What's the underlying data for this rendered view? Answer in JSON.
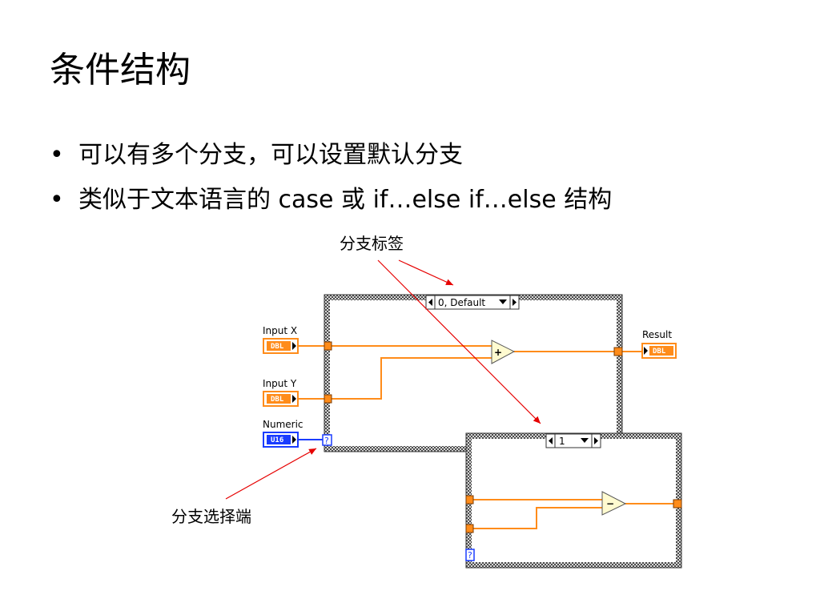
{
  "slide": {
    "title": "条件结构",
    "bullets": [
      "可以有多个分支，可以设置默认分支",
      "类似于文本语言的 case 或  if…else if…else 结构"
    ]
  },
  "callouts": {
    "case_label": "分支标签",
    "case_selector": "分支选择端"
  },
  "diagram": {
    "case1_label": "0, Default",
    "case2_label": "1",
    "controls": {
      "input_x": "Input X",
      "input_y": "Input Y",
      "numeric": "Numeric",
      "result": "Result"
    },
    "type_tags": {
      "dbl": "DBL",
      "u16": "U16"
    },
    "selector_glyph": "?",
    "add_glyph": "+",
    "subtract_glyph": "−",
    "colors": {
      "double_wire": "#ff8c1a",
      "integer_wire": "#1a3cff",
      "annotation": "#e60000",
      "structure_frame": "#555555"
    }
  }
}
